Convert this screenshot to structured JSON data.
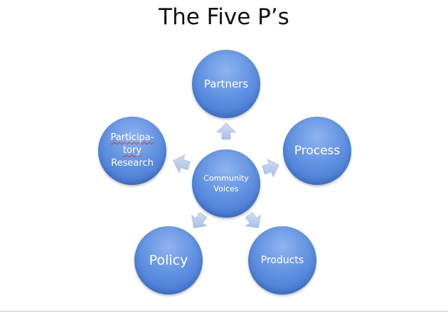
{
  "title": "The Five P’s",
  "center": {
    "line1": "Community",
    "line2": "Voices"
  },
  "nodes": {
    "partners": "Partners",
    "process": "Process",
    "products": "Products",
    "policy": "Policy",
    "participatory": {
      "line1": "Participa-",
      "line2": "tory",
      "line3": "Research"
    }
  },
  "colors": {
    "node_fill": "#5e8fe0",
    "arrow_fill": "#b8cbe8",
    "text": "#ffffff"
  }
}
